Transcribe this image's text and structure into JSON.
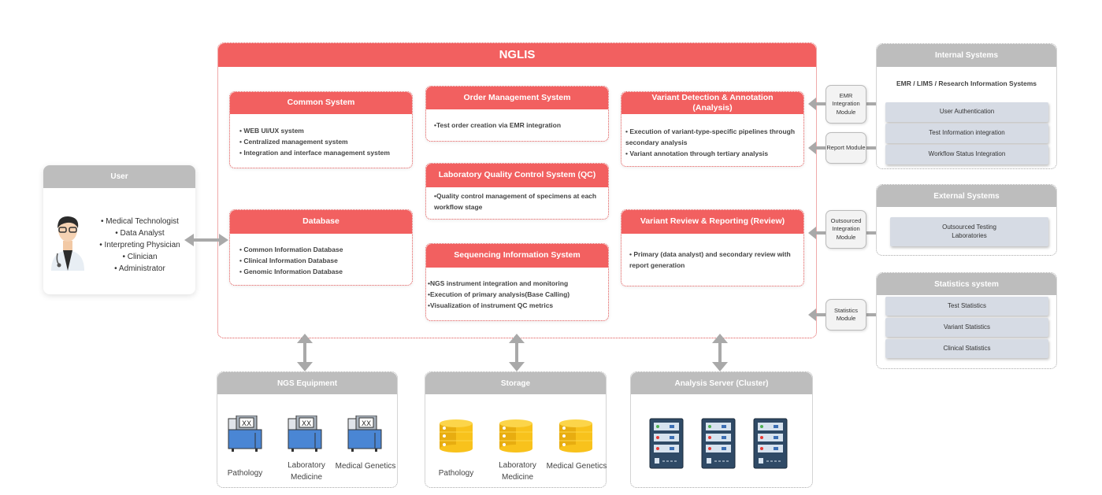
{
  "nglis": {
    "title": "NGLIS",
    "common": {
      "title": "Common System",
      "items": [
        "• WEB UI/UX system",
        "• Centralized management system",
        "• Integration and interface management system"
      ]
    },
    "order": {
      "title": "Order Management System",
      "items": [
        "•Test order creation via EMR integration"
      ]
    },
    "variant_detection": {
      "title": "Variant Detection & Annotation (Analysis)",
      "items": [
        "• Execution of variant-type-specific pipelines through secondary analysis",
        "• Variant annotation through tertiary analysis"
      ]
    },
    "qc": {
      "title": "Laboratory Quality Control System (QC)",
      "items": [
        "•Quality control management of specimens at each workflow stage"
      ]
    },
    "database": {
      "title": "Database",
      "items": [
        "• Common Information Database",
        "• Clinical Information Database",
        "• Genomic Information Database"
      ]
    },
    "sequencing": {
      "title": "Sequencing Information System",
      "items": [
        "•NGS instrument integration and monitoring",
        "•Execution of primary analysis(Base Calling)",
        "•Visualization of instrument QC metrics"
      ]
    },
    "variant_review": {
      "title": "Variant Review & Reporting (Review)",
      "items": [
        "• Primary (data analyst) and secondary review with report generation"
      ]
    }
  },
  "user": {
    "title": "User",
    "roles": [
      "• Medical Technologist",
      "• Data Analyst",
      "• Interpreting Physician",
      "• Clinician",
      "• Administrator"
    ]
  },
  "modules": {
    "emr": "EMR Integration Module",
    "report": "Report Module",
    "outsourced": "Outsourced Integration Module",
    "statistics": "Statistics Module"
  },
  "internal": {
    "title": "Internal Systems",
    "subtitle": "EMR / LIMS / Research Information Systems",
    "items": [
      "User Authentication",
      "Test Information  integration",
      "Workflow Status Integration"
    ]
  },
  "external": {
    "title": "External Systems",
    "items": [
      "Outsourced Testing Laboratories"
    ]
  },
  "statistics": {
    "title": "Statistics system",
    "items": [
      "Test Statistics",
      "Variant Statistics",
      "Clinical Statistics"
    ]
  },
  "ngs": {
    "title": "NGS Equipment",
    "items": [
      "Pathology",
      "Laboratory Medicine",
      "Medical Genetics"
    ]
  },
  "storage": {
    "title": "Storage",
    "items": [
      "Pathology",
      "Laboratory Medicine",
      "Medical Genetics"
    ]
  },
  "analysis": {
    "title": "Analysis Server (Cluster)"
  },
  "colors": {
    "primary": "#f26060",
    "gray_header": "#bdbdbd",
    "item_bg": "#d6dbe4",
    "db": "#f8c21c",
    "server": "#2f4a66",
    "sequencer": "#4a86d4"
  }
}
